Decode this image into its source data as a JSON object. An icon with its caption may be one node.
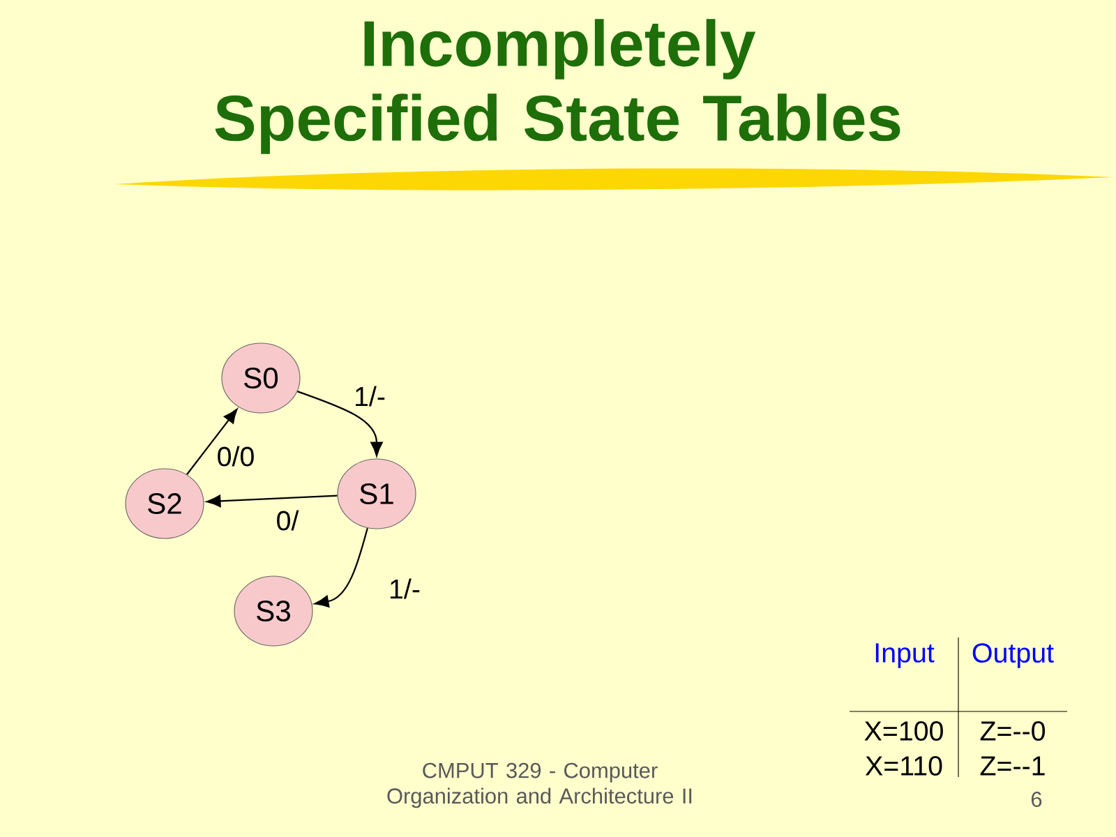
{
  "diagram": {
    "title": "Incompletely Specified State Tables",
    "nodes": [
      {
        "text": [
          "S0"
        ]
      },
      {
        "text": [
          "S1"
        ]
      },
      {
        "text": [
          "S2"
        ]
      },
      {
        "text": [
          "S3"
        ]
      }
    ],
    "edges": [
      {
        "from": 0,
        "to": 1,
        "arrow": "to",
        "label": "1/-"
      },
      {
        "from": 1,
        "to": 2,
        "arrow": "to",
        "label": "0/"
      },
      {
        "from": 2,
        "to": 0,
        "arrow": "to",
        "label": "0/0"
      },
      {
        "from": 1,
        "to": 3,
        "arrow": "to",
        "label": "1/-"
      }
    ],
    "labels": [
      "Input",
      "Output",
      "X=100",
      "Z=--0",
      "X=110",
      "Z=--1",
      "CMPUT 329 - Computer Organization and Architecture II",
      "6"
    ]
  }
}
